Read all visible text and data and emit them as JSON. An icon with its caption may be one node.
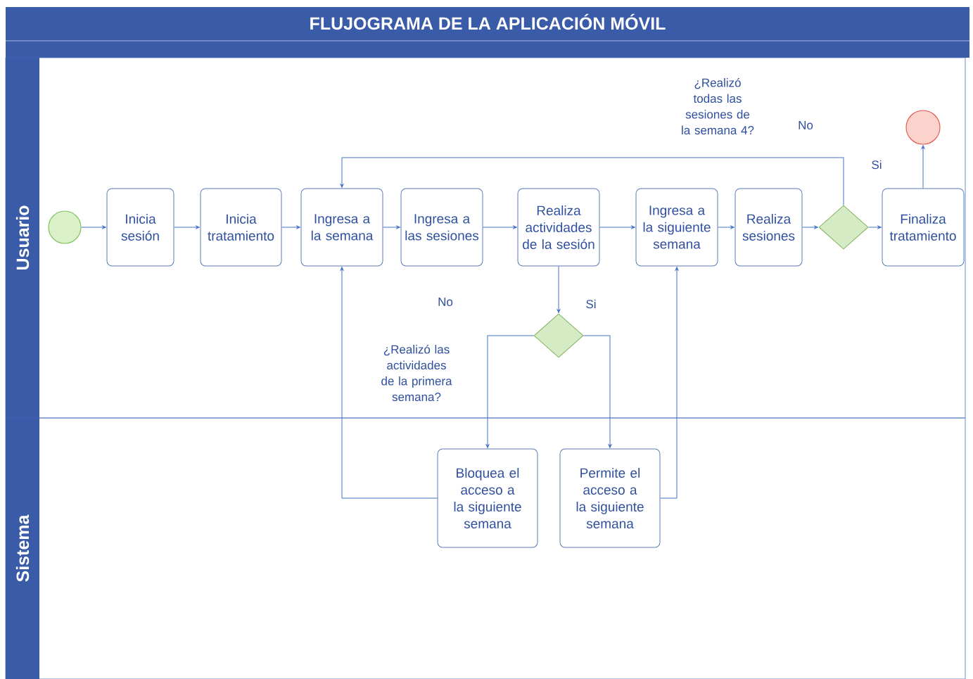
{
  "diagram": {
    "title": "FLUJOGRAMA DE LA APLICACIÓN MÓVIL",
    "nodes": [
      {
        "text": [
          "Usuario"
        ]
      },
      {
        "text": [
          "Sistema"
        ]
      },
      {
        "text": [],
        "shape": "circle",
        "in": 0
      },
      {
        "text": [
          "Inicia sesión"
        ],
        "in": 0
      },
      {
        "text": [
          "Inicia tratamiento"
        ],
        "in": 0
      },
      {
        "text": [
          "Ingresa a la semana"
        ],
        "in": 0
      },
      {
        "text": [
          "Ingresa a las sesiones"
        ],
        "in": 0
      },
      {
        "text": [
          "Realiza actividades de la sesión"
        ],
        "in": 0
      },
      {
        "text": [
          "Ingresa a la siguiente semana"
        ],
        "in": 0
      },
      {
        "text": [
          "Realiza sesiones"
        ],
        "in": 0
      },
      {
        "text": [],
        "shape": "diamond",
        "in": 0
      },
      {
        "text": [
          "Finaliza tratamiento"
        ],
        "in": 0
      },
      {
        "text": [],
        "shape": "circle",
        "in": 0
      },
      {
        "text": [],
        "shape": "diamond",
        "in": 0
      },
      {
        "text": [
          "Bloquea el acceso a la siguiente semana"
        ],
        "in": 1
      },
      {
        "text": [
          "Permite el acceso a la siguiente semana"
        ],
        "in": 1
      }
    ],
    "edges": [
      {
        "from": 2,
        "to": 3,
        "arrow": "to"
      },
      {
        "from": 3,
        "to": 4,
        "arrow": "to"
      },
      {
        "from": 4,
        "to": 5,
        "arrow": "to"
      },
      {
        "from": 5,
        "to": 6,
        "arrow": "to"
      },
      {
        "from": 6,
        "to": 7,
        "arrow": "to"
      },
      {
        "from": 7,
        "to": 8,
        "arrow": "to"
      },
      {
        "from": 8,
        "to": 9,
        "arrow": "to"
      },
      {
        "from": 9,
        "to": 10,
        "arrow": "to"
      },
      {
        "from": 10,
        "to": 11,
        "arrow": "to",
        "label": "Si"
      },
      {
        "from": 10,
        "to": 5,
        "arrow": "to",
        "label": "No"
      },
      {
        "from": 11,
        "to": 12,
        "arrow": "to"
      },
      {
        "from": 7,
        "to": 13,
        "arrow": "to"
      },
      {
        "from": 13,
        "to": 14,
        "arrow": "to",
        "label": "No"
      },
      {
        "from": 13,
        "to": 15,
        "arrow": "to",
        "label": "Si"
      },
      {
        "from": 14,
        "to": 5,
        "arrow": "to"
      },
      {
        "from": 15,
        "to": 8,
        "arrow": "to"
      }
    ],
    "labels": [
      "¿Realizó todas las sesiones de la semana 4?",
      "¿Realizó las actividades de la primera semana?"
    ]
  }
}
